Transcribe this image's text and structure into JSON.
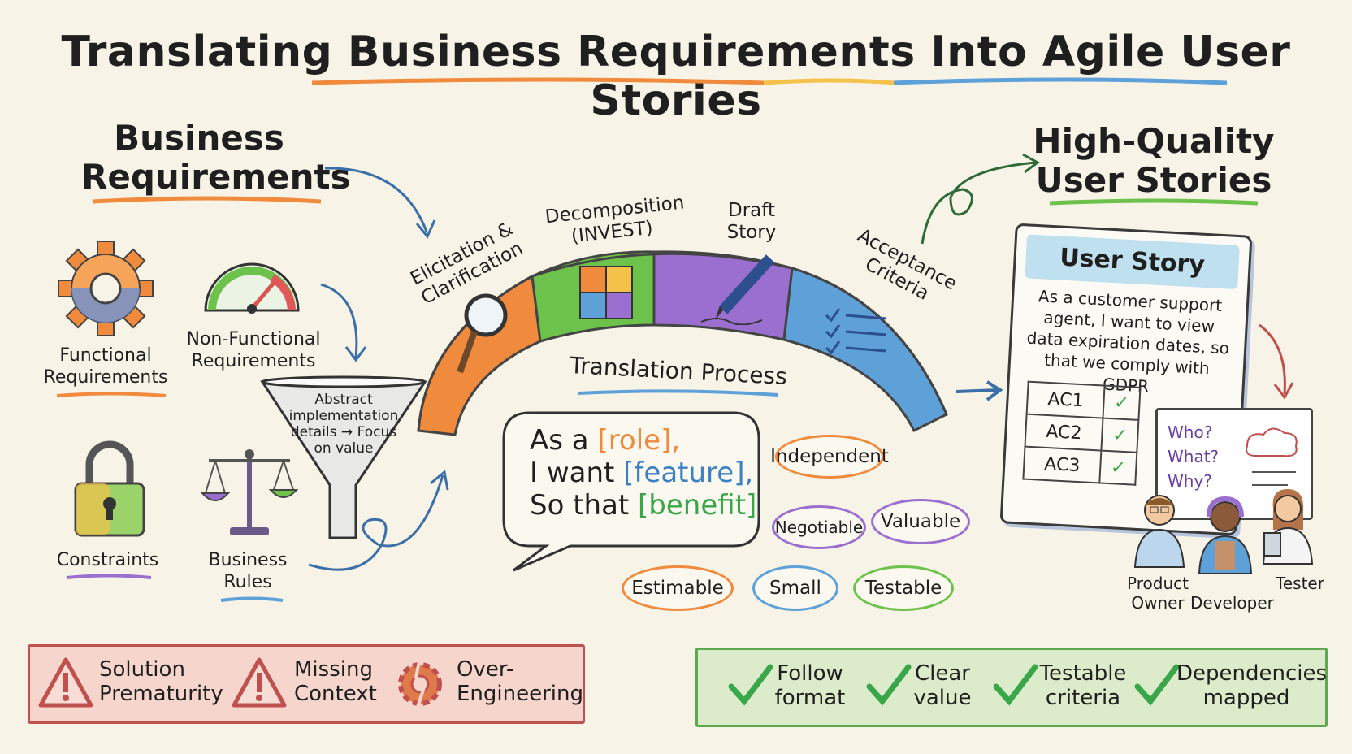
{
  "title": "Translating Business Requirements Into Agile User Stories",
  "left_heading": "Business Requirements",
  "requirement_types": {
    "functional": "Functional Requirements",
    "non_functional": "Non-Functional Requirements",
    "constraints": "Constraints",
    "business_rules": "Business Rules"
  },
  "funnel_text": "Abstract implementation details → Focus on value",
  "process": {
    "label": "Translation Process",
    "stages": [
      "Elicitation & Clarification",
      "Decomposition (INVEST)",
      "Draft Story",
      "Acceptance Criteria"
    ]
  },
  "template": {
    "line1_prefix": "As a ",
    "role": "[role],",
    "line2_prefix": "I want ",
    "feature": "[feature],",
    "line3_prefix": "So that ",
    "benefit": "[benefit]"
  },
  "invest": [
    "Independent",
    "Negotiable",
    "Valuable",
    "Estimable",
    "Small",
    "Testable"
  ],
  "right_heading": "High-Quality User Stories",
  "story_card": {
    "header": "User Story",
    "text": "As a customer support agent, I want to view data expiration dates, so that we comply with GDPR",
    "criteria": [
      "AC1",
      "AC2",
      "AC3"
    ]
  },
  "board": [
    "Who?",
    "What?",
    "Why?"
  ],
  "roles": [
    "Product Owner",
    "Developer",
    "Tester"
  ],
  "pitfalls": [
    "Solution Prematurity",
    "Missing Context",
    "Over-Engineering"
  ],
  "checklist": [
    "Follow format",
    "Clear value",
    "Testable criteria",
    "Dependencies mapped"
  ],
  "colors": {
    "orange": "#f08a3c",
    "green": "#6cc24a",
    "purple": "#9b6fd0",
    "blue": "#5ea0d8",
    "red": "#d9534f",
    "check_green": "#3aa64a",
    "bg": "#f7f3e6"
  }
}
